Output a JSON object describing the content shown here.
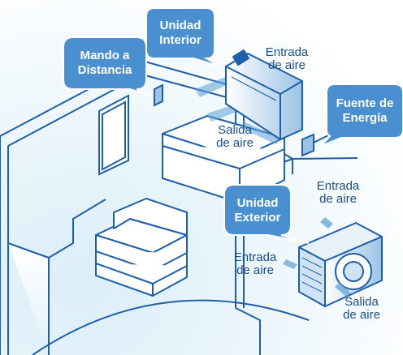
{
  "callouts": {
    "remote": "Mando a\nDistancia",
    "indoor": "Unidad\nInterior",
    "power": "Fuente de\nEnergía",
    "outdoor": "Unidad\nExterior"
  },
  "labels": {
    "indoor_intake": "Entrada\nde aire",
    "indoor_outlet": "Salida\nde aire",
    "outdoor_intake_top": "Entrada\nde aire",
    "outdoor_intake_left": "Entrada\nde aire",
    "outdoor_outlet": "Salida\nde aire"
  },
  "colors": {
    "bubble": "#4a8fcf",
    "line": "#1f5fa8",
    "label": "#1a4e8a",
    "arrow": "#5aa0d8"
  }
}
